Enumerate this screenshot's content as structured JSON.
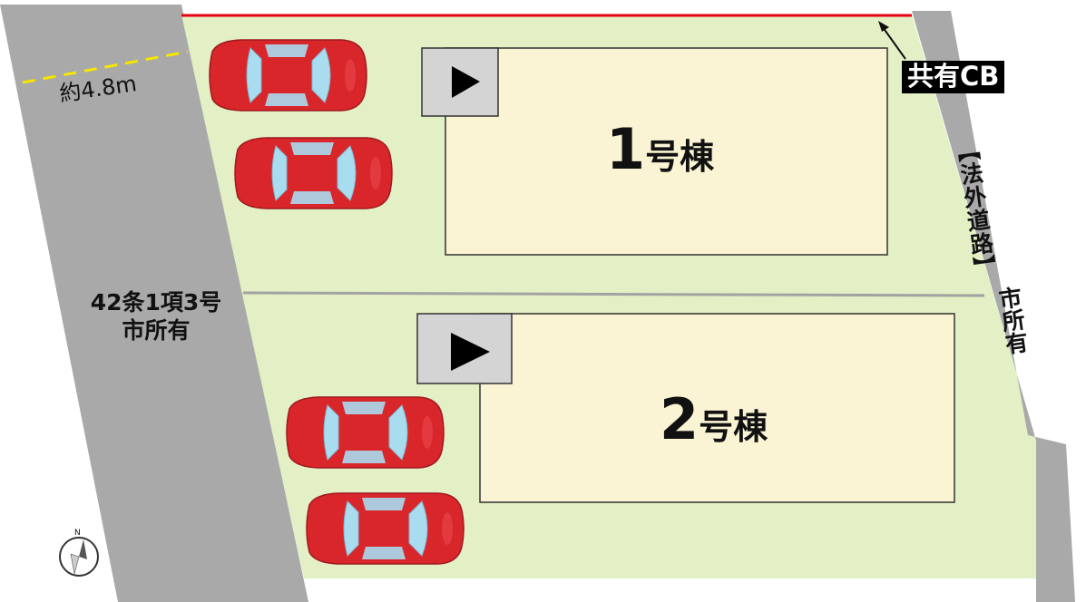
{
  "road_width_label": "約4.8m",
  "left_road": {
    "line1": "42条1項3号",
    "line2": "市所有"
  },
  "shared_cb_label": "共有CB",
  "right_road": {
    "line1": "【法外道路】",
    "line2": "市所有"
  },
  "houses": [
    {
      "number": "1",
      "suffix": "号棟"
    },
    {
      "number": "2",
      "suffix": "号棟"
    }
  ],
  "compass": {
    "north_label": "N"
  },
  "colors": {
    "lot": "#e3efc4",
    "road": "#a9a9a9",
    "building": "#fbf4d4",
    "boundary": "#e60012",
    "car_body": "#d9262b",
    "car_glass": "#a9dcef",
    "dashed_line": "#f7e600",
    "entrance_box": "#d4d4d4"
  },
  "icons": [
    "car-icon",
    "entrance-arrow-icon",
    "compass-icon"
  ]
}
